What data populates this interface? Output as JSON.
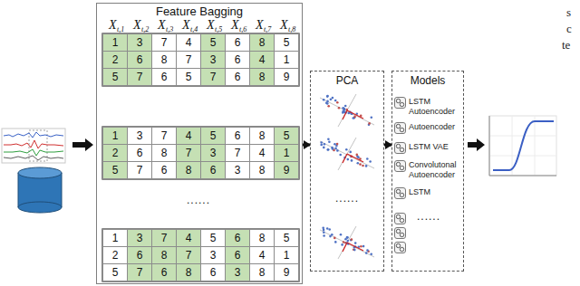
{
  "diagram": {
    "nodes": [
      {
        "text": [
          "Feature Bagging"
        ]
      },
      {
        "text": [
          "PCA"
        ]
      },
      {
        "text": [
          "Models"
        ]
      },
      {
        "text": [
          "LSTM Autoencoder"
        ],
        "in": 2
      },
      {
        "text": [
          "Autoencoder"
        ],
        "in": 2
      },
      {
        "text": [
          "LSTM VAE"
        ],
        "in": 2
      },
      {
        "text": [
          "Convolutonal Autoencoder"
        ],
        "in": 2
      },
      {
        "text": [
          "LSTM"
        ],
        "in": 2
      }
    ],
    "edges": [
      {
        "from": 0,
        "to": 1,
        "arrow": "to"
      },
      {
        "from": 1,
        "to": 2,
        "arrow": "to"
      }
    ],
    "labels": [
      "X",
      "t,1",
      "X",
      "t,2",
      "X",
      "t,3",
      "X",
      "t,4",
      "X",
      "t,5",
      "X",
      "t,6",
      "X",
      "t,7",
      "X",
      "t,8",
      "1",
      "3",
      "7",
      "4",
      "5",
      "6",
      "8",
      "5",
      "2",
      "6",
      "8",
      "7",
      "3",
      "6",
      "4",
      "1",
      "5",
      "7",
      "6",
      "5",
      "7",
      "6",
      "8",
      "9",
      "1",
      "3",
      "7",
      "4",
      "5",
      "6",
      "8",
      "5",
      "2",
      "6",
      "8",
      "7",
      "3",
      "7",
      "4",
      "1",
      "5",
      "7",
      "6",
      "8",
      "6",
      "3",
      "8",
      "9",
      "1",
      "3",
      "7",
      "4",
      "5",
      "6",
      "8",
      "5",
      "2",
      "6",
      "8",
      "7",
      "3",
      "6",
      "4",
      "1",
      "5",
      "7",
      "6",
      "8",
      "6",
      "3",
      "8",
      "9",
      "......",
      "......",
      "......",
      "s",
      "c",
      "te"
    ]
  }
}
